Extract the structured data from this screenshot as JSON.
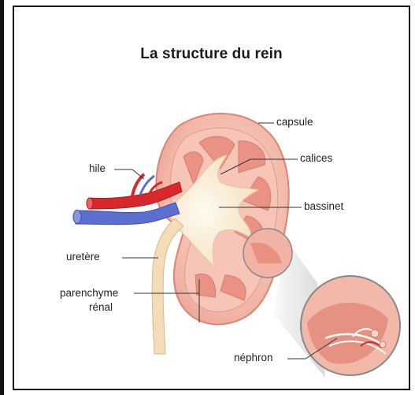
{
  "diagram": {
    "title": "La structure du rein",
    "labels": {
      "capsule": "capsule",
      "calices": "calices",
      "hile": "hile",
      "bassinet": "bassinet",
      "uretere": "uretère",
      "parenchyme_line1": "parenchyme",
      "parenchyme_line2": "rénal",
      "nephron": "néphron"
    }
  },
  "colors": {
    "kidney_outer": "#f2b6a6",
    "kidney_inner": "#e98f80",
    "pelvis": "#f7e6c8",
    "artery": "#d8282b",
    "vein": "#5c6fd0"
  }
}
